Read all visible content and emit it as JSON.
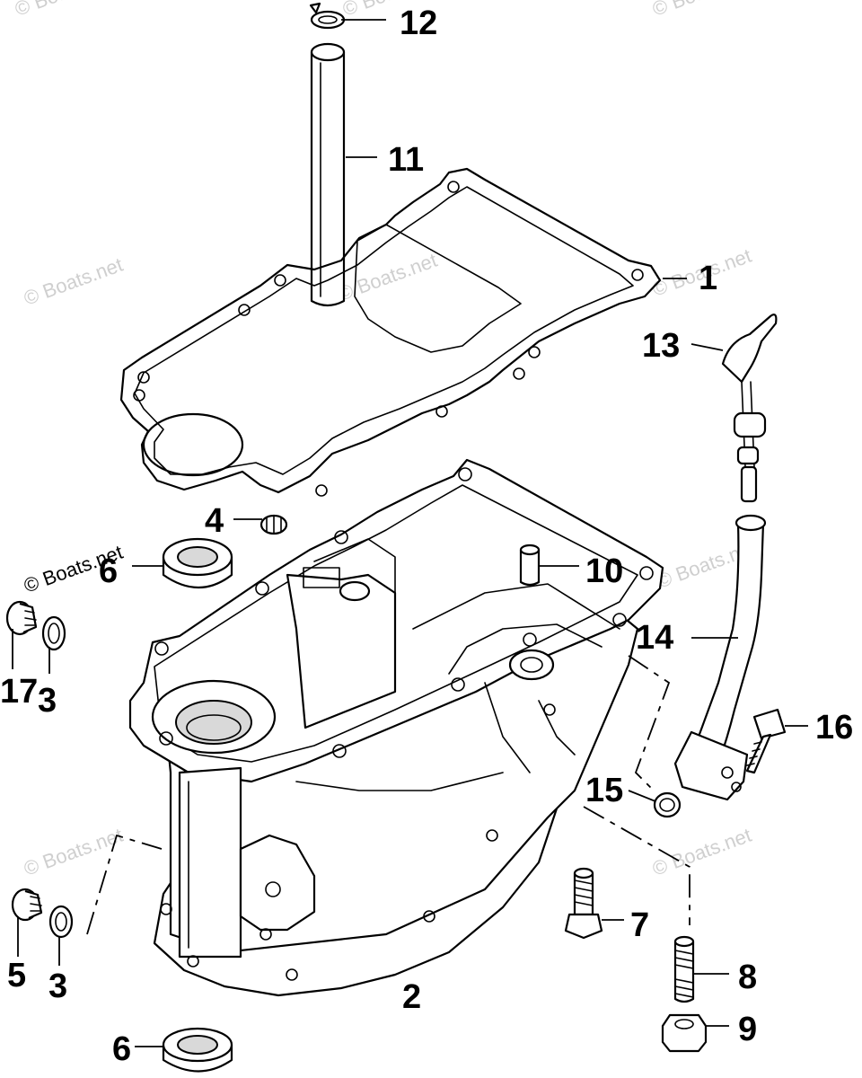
{
  "watermark": "© Boats.net",
  "callouts": {
    "c1": "1",
    "c2": "2",
    "c3a": "3",
    "c3b": "3",
    "c4": "4",
    "c5": "5",
    "c6a": "6",
    "c6b": "6",
    "c7": "7",
    "c8": "8",
    "c9": "9",
    "c10": "10",
    "c11": "11",
    "c12": "12",
    "c13": "13",
    "c14": "14",
    "c15": "15",
    "c16": "16",
    "c17": "17"
  }
}
